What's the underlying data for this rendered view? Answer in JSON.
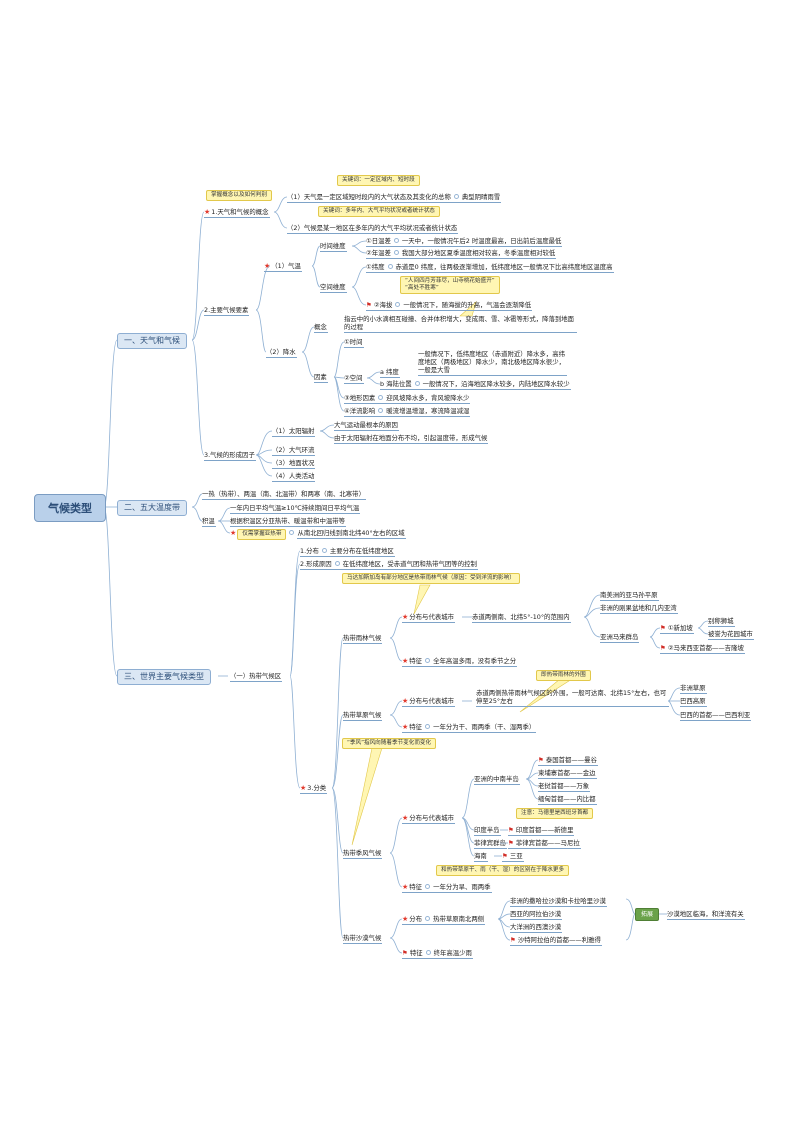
{
  "root": "气候类型",
  "s1": {
    "title": "一、天气和气候",
    "concept": {
      "label": "1.天气和气候的概念",
      "note": "掌握概念以及如何判别",
      "weather": "（1）天气是一定区域短时段内的大气状态及其变化的总称",
      "weather_ex": "典型阴晴雨雪",
      "note_weather": "关键词：一定区域内、短时段",
      "note_climate": "关键词：多年内、大气平均状况或者统计状态",
      "climate": "（2）气候是某一地区在多年内的大气平均状况或者统计状态"
    },
    "elements": {
      "label": "2.主要气候要素",
      "temp": {
        "label": "（1）气温",
        "time": "时间维度",
        "daily": "①日温差",
        "daily_d": "一天中，一般情况午后2 时温度最高，日出前后温度最低",
        "annual": "②年温差",
        "annual_d": "我国大部分地区夏季温度相对较高，冬季温度相对较低",
        "space": "空间维度",
        "lat": "①纬度",
        "lat_d": "赤道是0 纬度，往两极逐渐增加，低纬度地区一般情况下比高纬度地区温度高",
        "note_poem": "“人间四月芳菲尽，山寺桃花始盛开”\n“高处不胜寒”",
        "alt": "②海拔",
        "alt_d": "一般情况下，随海拔的升高，气温会逐渐降低"
      },
      "prec": {
        "label": "（2）降水",
        "concept": "概念",
        "concept_d": "指云中的小水滴相互碰撞、合并体积增大，变成雨、雪、冰雹等形式，降落到地面的过程",
        "factors": "因素",
        "time": "①时间",
        "space": "②空间",
        "lat": "a 纬度",
        "lat_d": "一般情况下，低纬度地区（赤道附近）降水多，高纬度地区（两极地区）降水少，南北极地区降水很少，一般是大雪",
        "sea": "b 海陆位置",
        "sea_d": "一般情况下，沿海地区降水较多，内陆地区降水较少",
        "terrain": "③地形因素",
        "terrain_d": "迎风坡降水多，背风坡降水少",
        "ocean": "④洋流影响",
        "ocean_d": "暖流增温增湿，寒流降温减湿"
      }
    },
    "factors": {
      "label": "3.气候的形成因子",
      "sun": "（1）太阳辐射",
      "sun_d1": "大气运动最根本的原因",
      "sun_d2": "由于太阳辐射在地面分布不均，引起温度带，形成气候",
      "circ": "（2）大气环流",
      "terrain": "（3）地面状况",
      "human": "（4）人类活动"
    }
  },
  "s2": {
    "title": "二、五大温度带",
    "zones": "一热（热带）、两温（南、北温带）和两寒（南、北寒带）",
    "acc": "积温",
    "acc1": "一年内日平均气温≥10℃持续期间日平均气温",
    "acc2": "根据积温区分亚热带、暖温带和中温带等",
    "note_sub": "仅需掌握亚热带",
    "sub_d": "从南北回归线到南北纬40°左右的区域"
  },
  "s3": {
    "title": "三、世界主要气候类型",
    "heat": "（一）热带气候区",
    "dist": "1.分布",
    "dist_d": "主要分布在低纬度地区",
    "cause": "2.形成原因",
    "cause_d": "在低纬度地区，受赤道气团和热带气团等的控制",
    "note_malay": "马达加斯加岛有部分地区是热带雨林气候（原因：受到洋流的影响）",
    "cls": "3.分类",
    "rain": {
      "label": "热带雨林气候",
      "dist": "分布与代表城市",
      "dist_d": "赤道两侧南、北纬5°-10°的范围内",
      "amazon": "南美洲的亚马孙平原",
      "congo": "非洲的刚果盆地和几内亚湾",
      "sea_is": "亚洲马来群岛",
      "sg": "①新加坡",
      "sg1": "别称狮城",
      "sg2": "被誉为花园城市",
      "my": "②马来西亚首都——吉隆坡",
      "feat": "特征",
      "feat_d": "全年高温多雨，没有季节之分"
    },
    "note_outside": "即热带雨林的外围",
    "savanna": {
      "label": "热带草原气候",
      "dist": "分布与代表城市",
      "dist_d": "赤道两侧热带雨林气候区的外围，一般可达南、北纬15°左右，也可伸至25°左右",
      "africa": "非洲草原",
      "brazil": "巴西高原",
      "capital": "巴西的首都——巴西利亚",
      "feat": "特征",
      "feat_d": "一年分为干、雨两季（干、湿两季）"
    },
    "note_monsoon": "“季风”指风向随着季节变化而变化",
    "monsoon": {
      "label": "热带季风气候",
      "dist": "分布与代表城市",
      "indochina": "亚洲的中南半岛",
      "c1": "泰国首都——曼谷",
      "c2": "柬埔寨首都——金边",
      "c3": "老挝首都——万象",
      "c4": "缅甸首都——内比都",
      "note_madrid": "注意：马德里是西班牙首都",
      "india": "印度半岛",
      "india_c": "印度首都——新德里",
      "ph": "菲律宾群岛",
      "ph_c": "菲律宾首都——马尼拉",
      "hainan": "海南",
      "hainan_c": "三亚",
      "note_diff": "和热带草原干、雨（干、湿）的区别在于降水更多",
      "feat": "特征",
      "feat_d": "一年分为旱、雨两季"
    },
    "desert": {
      "label": "热带沙漠气候",
      "dist": "分布",
      "dist_d": "热带草原南北两侧",
      "d1": "非洲的撒哈拉沙漠和卡拉哈里沙漠",
      "d2": "西亚的阿拉伯沙漠",
      "d3": "大洋洲的西澳沙漠",
      "d4": "沙特阿拉伯的首都——利雅得",
      "ext": "拓展",
      "ext_d": "沙漠地区临海，和洋流有关",
      "feat": "特征",
      "feat_d": "终年高温少雨"
    }
  }
}
